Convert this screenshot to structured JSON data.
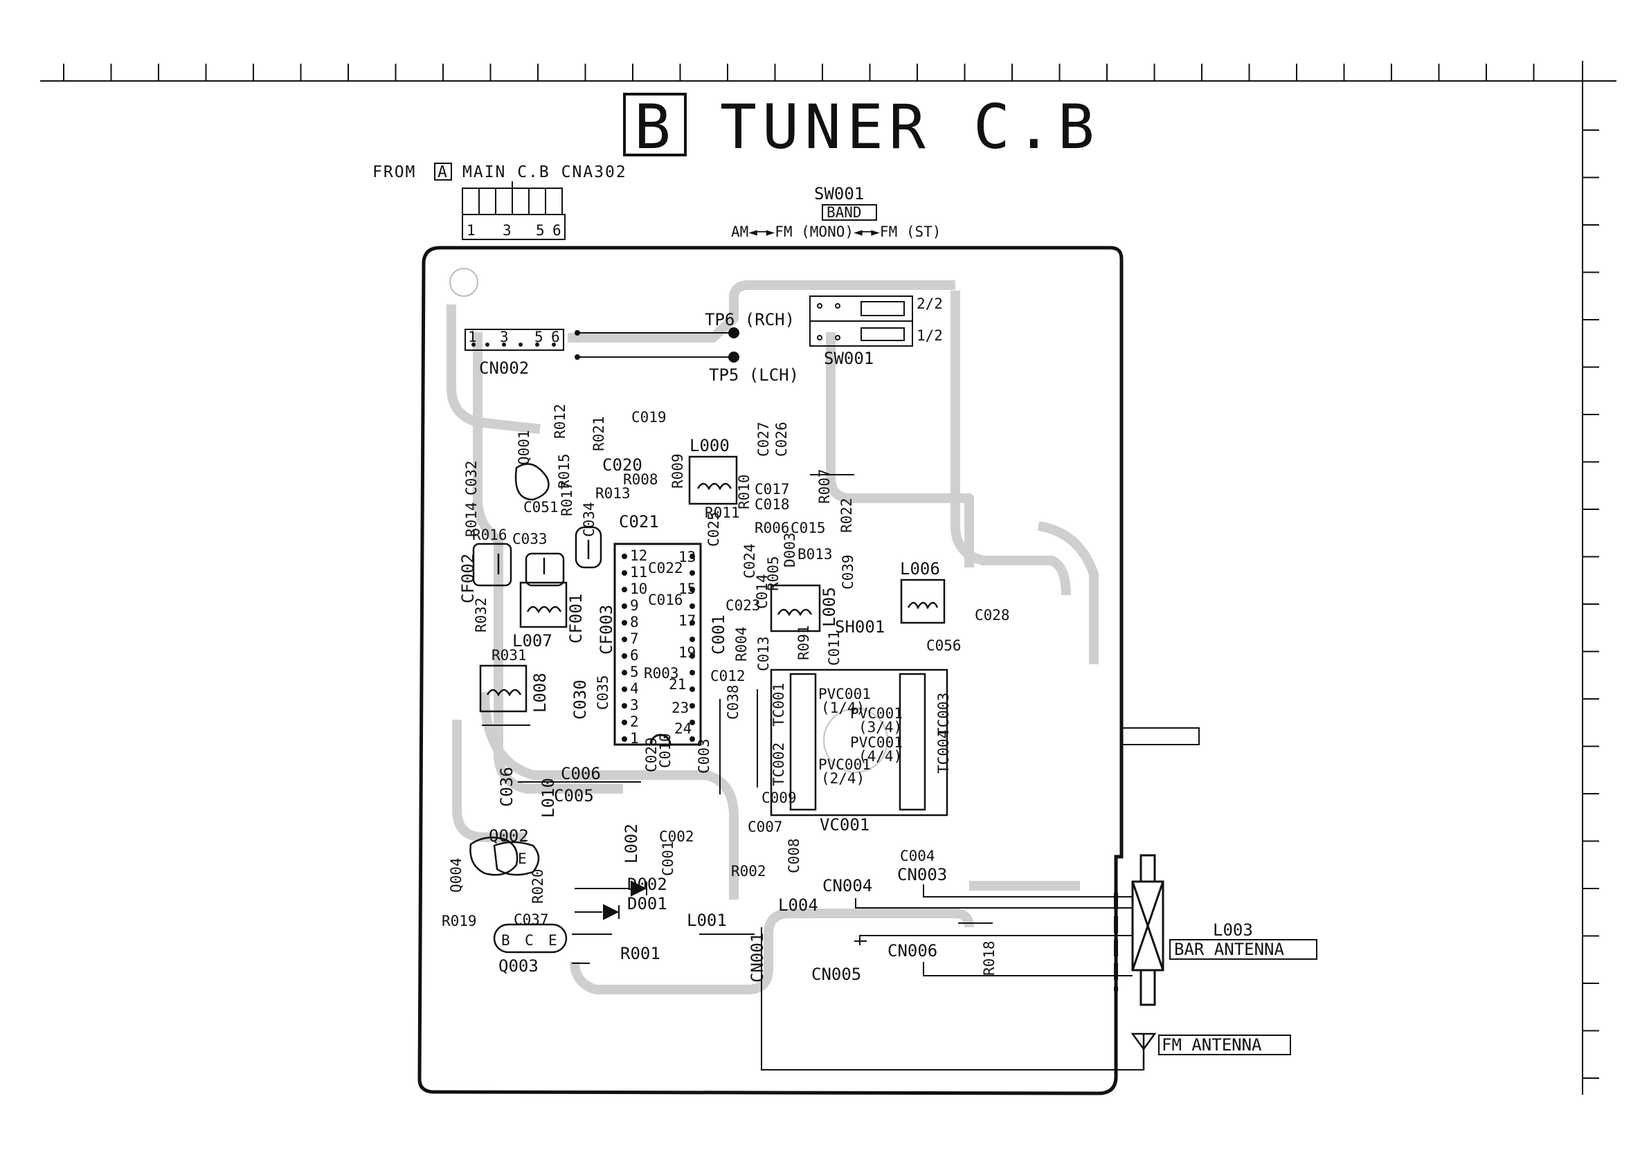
{
  "title": {
    "letter": "B",
    "text": "TUNER C.B"
  },
  "from_label": {
    "prefix": "FROM",
    "letter": "A",
    "suffix": "MAIN C.B CNA302"
  },
  "header_pins": [
    "1",
    "3",
    "5",
    "6"
  ],
  "cn002_pins": [
    "1",
    "3",
    "5",
    "6"
  ],
  "switch": {
    "name": "SW001",
    "function": "BAND",
    "modes": "AM◄─►FM (MONO)◄─►FM (ST)",
    "sections": [
      "2/2",
      "1/2"
    ]
  },
  "test_points": {
    "tp6": "TP6 (RCH)",
    "tp5": "TP5 (LCH)"
  },
  "ic_pins": {
    "left": [
      "12",
      "11",
      "10",
      "9",
      "8",
      "7",
      "6",
      "5",
      "4",
      "3",
      "2",
      "1"
    ],
    "right": [
      "13",
      "15",
      "17",
      "19",
      "21",
      "23",
      "24"
    ]
  },
  "components": {
    "cn002": "CN002",
    "sw001": "SW001",
    "c019": "C019",
    "l000": "L000",
    "c027": "C027",
    "c026": "C026",
    "r012": "R012",
    "r021": "R021",
    "q001": "Q001",
    "c032": "C032",
    "r015": "R015",
    "c020": "C020",
    "r013": "R013",
    "r008": "R008",
    "r009": "R009",
    "c017": "C017",
    "c018": "C018",
    "r010": "R010",
    "r007": "R007",
    "r022": "R022",
    "r014": "R014",
    "c051": "C051",
    "r017": "R017",
    "c034": "C034",
    "c021": "C021",
    "r011": "R011",
    "r006": "R006",
    "c015": "C015",
    "r016": "R016",
    "c033": "C033",
    "c022": "C022",
    "c025": "C025",
    "c024": "C024",
    "d003": "D003",
    "r005": "R005",
    "b013": "B013",
    "c039": "C039",
    "l006": "L006",
    "cf002": "CF002",
    "c016": "C016",
    "c023": "C023",
    "c014": "C014",
    "l005": "L005",
    "c028": "C028",
    "r032": "R032",
    "l007": "L007",
    "cf001": "CF001",
    "cf003": "CF003",
    "c001": "C001",
    "sh001": "SH001",
    "c056": "C056",
    "r004": "R004",
    "r091": "R091",
    "c011": "C011",
    "c013": "C013",
    "r031": "R031",
    "l008": "L008",
    "r003": "R003",
    "c012": "C012",
    "c035": "C035",
    "c038": "C038",
    "tc001": "TC001",
    "pvc1": "PVC001",
    "pvc1_sec": "(1/4)",
    "pvc3": "PVC001",
    "pvc3_sec": "(3/4)",
    "tc003": "TC003",
    "c030": "C030",
    "pvc4": "PVC001",
    "pvc4_sec": "(4/4)",
    "c029": "C029",
    "c010": "C010",
    "c003": "C003",
    "tc002": "TC002",
    "pvc2": "PVC001",
    "pvc2_sec": "(2/4)",
    "tc004": "TC004",
    "c036": "C036",
    "l010": "L010",
    "c006": "C006",
    "c005": "C005",
    "c009": "C009",
    "c007": "C007",
    "vc001": "VC001",
    "l002": "L002",
    "c002": "C002",
    "c001b": "C001",
    "c008": "C008",
    "c004": "C004",
    "cn003": "CN003",
    "q002": "Q002",
    "q004": "Q004",
    "r020": "R020",
    "d002": "D002",
    "r002": "R002",
    "cn004": "CN004",
    "d001": "D001",
    "l004": "L004",
    "r019": "R019",
    "c037": "C037",
    "l001": "L001",
    "cn001": "CN001",
    "q003": "Q003",
    "r001": "R001",
    "cn005": "CN005",
    "cn006": "CN006",
    "r018": "R018",
    "q002_e": "E",
    "q003_b": "B",
    "q003_c": "C",
    "q003_e": "E"
  },
  "antennas": {
    "bar_ref": "L003",
    "bar_label": "BAR ANTENNA",
    "fm_label": "FM ANTENNA"
  }
}
